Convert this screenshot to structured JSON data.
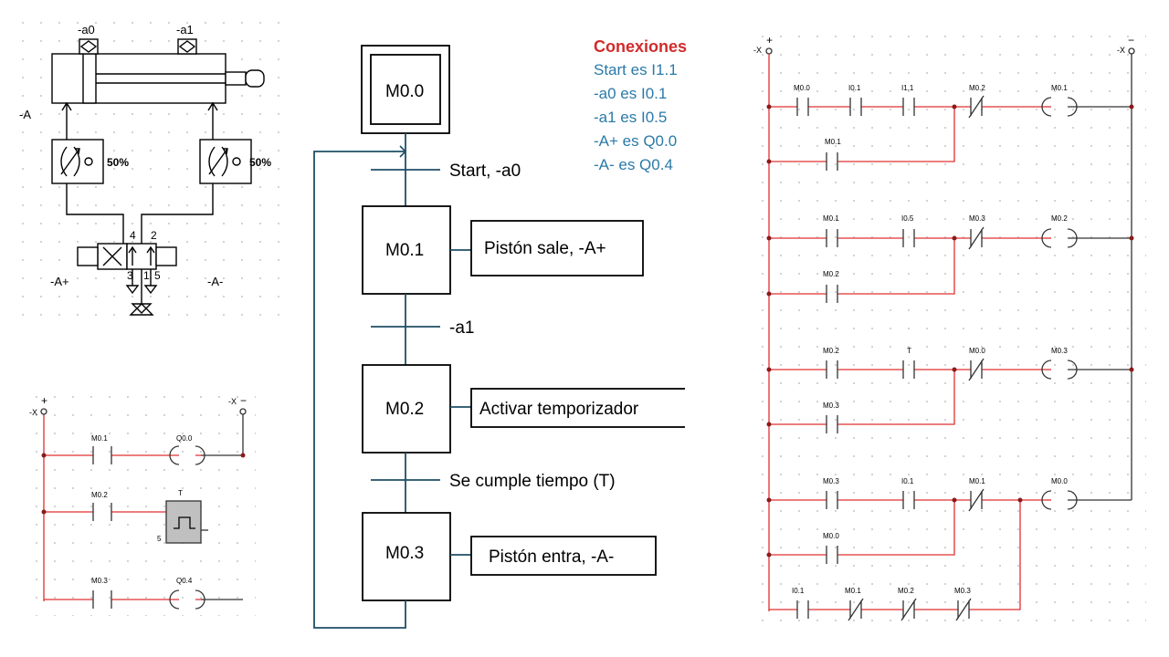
{
  "pneumatic": {
    "sensor_a0": "-a0",
    "sensor_a1": "-a1",
    "cylinder_label": "-A",
    "flow_left": "50%",
    "flow_right": "50%",
    "port_4": "4",
    "port_2": "2",
    "port_3": "3",
    "port_1": "1",
    "port_5": "5",
    "coil_left": "-A+",
    "coil_right": "-A-"
  },
  "grafcet": {
    "steps": [
      "M0.0",
      "M0.1",
      "M0.2",
      "M0.3"
    ],
    "transitions": [
      "Start, -a0",
      "-a1",
      "Se cumple tiempo (T)"
    ],
    "actions": [
      "Pistón sale, -A+",
      "Activar temporizador",
      "Pistón entra, -A-"
    ]
  },
  "connections": {
    "title": "Conexiones",
    "items": [
      "Start es I1.1",
      "-a0 es I0.1",
      "-a1 es I0.5",
      "-A+ es Q0.0",
      "-A- es Q0.4"
    ]
  },
  "output_ladder": {
    "plus": "+",
    "minus": "−",
    "rail_left": "-X",
    "rail_right": "-X",
    "r1_contact": "M0.1",
    "r1_coil": "Q0.0",
    "r2_contact": "M0.2",
    "r2_timer": "T",
    "r2_preset": "5",
    "r3_contact": "M0.3",
    "r3_coil": "Q0.4"
  },
  "main_ladder": {
    "plus": "+",
    "minus": "−",
    "rail_left": "-X",
    "rail_right": "-X",
    "rung1": [
      "M0.0",
      "I0.1",
      "I1.1",
      "M0.2",
      "M0.1"
    ],
    "rung1_hold": "M0.1",
    "rung2": [
      "M0.1",
      "I0.5",
      "M0.3",
      "M0.2"
    ],
    "rung2_hold": "M0.2",
    "rung3": [
      "M0.2",
      "T",
      "M0.0",
      "M0.3"
    ],
    "rung3_hold": "M0.3",
    "rung4": [
      "M0.3",
      "I0.1",
      "M0.1",
      "M0.0"
    ],
    "rung4_hold": "M0.0",
    "rung5": [
      "I0.1",
      "M0.1",
      "M0.2",
      "M0.3"
    ]
  },
  "colors": {
    "wire_active": "#e03030",
    "wire": "#333333",
    "grafcet": "#1f4e66",
    "info_title": "#d22b2b",
    "info_text": "#2a7aa8"
  }
}
